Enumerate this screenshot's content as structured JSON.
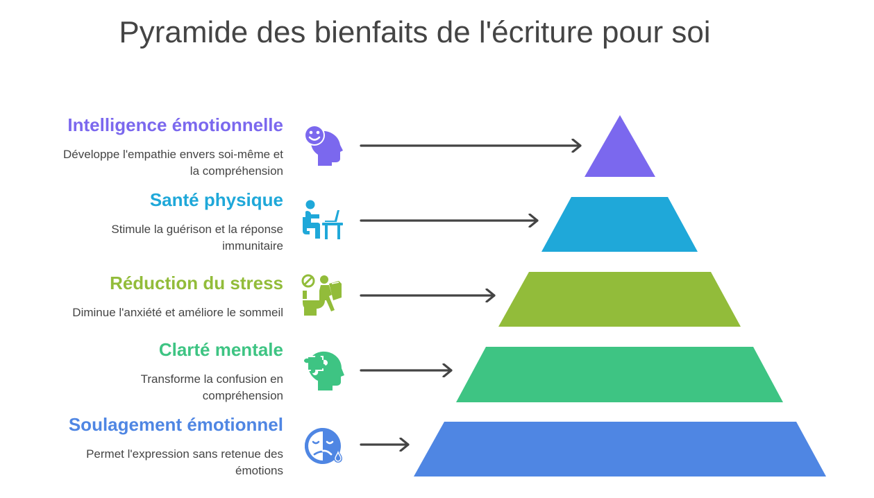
{
  "title": "Pyramide des bienfaits de l'écriture pour soi",
  "levels": [
    {
      "title": "Intelligence émotionnelle",
      "description_line1": "Développe l'empathie envers soi-même et",
      "description_line2": "la compréhension",
      "icon": "smiling-head-icon",
      "color": "#7B68EE"
    },
    {
      "title": "Santé physique",
      "description_line1": "Stimule la guérison et la réponse",
      "description_line2": "immunitaire",
      "icon": "person-at-desk-icon",
      "color": "#1FA8D9"
    },
    {
      "title": "Réduction du stress",
      "description_line1": "Diminue l'anxiété et améliore le sommeil",
      "description_line2": "",
      "icon": "no-stress-toilet-reading-icon",
      "color": "#92BC3A"
    },
    {
      "title": "Clarté mentale",
      "description_line1": "Transforme la confusion en",
      "description_line2": "compréhension",
      "icon": "puzzle-head-icon",
      "color": "#3EC483"
    },
    {
      "title": "Soulagement émotionnel",
      "description_line1": "Permet l'expression sans retenue des",
      "description_line2": "émotions",
      "icon": "sad-crying-face-icon",
      "color": "#4F86E3"
    }
  ],
  "colors": {
    "text": "#444444",
    "arrow": "#444444",
    "background": "#FFFFFF"
  }
}
